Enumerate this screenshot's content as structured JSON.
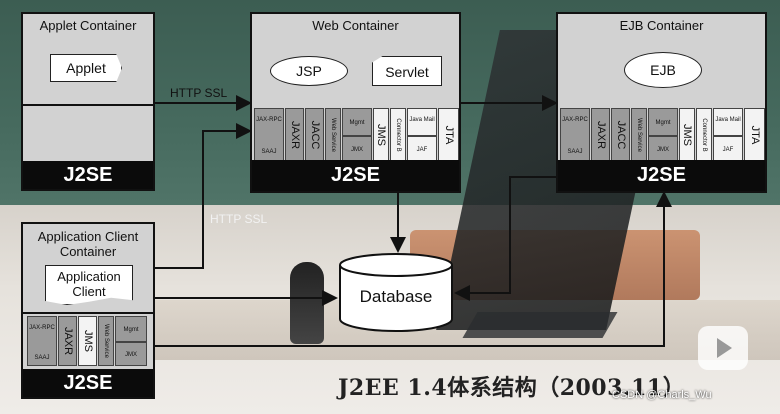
{
  "applet_container": {
    "title": "Applet Container",
    "component": "Applet",
    "platform": "J2SE"
  },
  "web_container": {
    "title": "Web Container",
    "components": [
      "JSP",
      "Servlet"
    ],
    "platform": "J2SE"
  },
  "ejb_container": {
    "title": "EJB Container",
    "component": "EJB",
    "platform": "J2SE"
  },
  "client_container": {
    "title_line1": "Application Client",
    "title_line2": "Container",
    "component_line1": "Application",
    "component_line2": "Client",
    "platform": "J2SE"
  },
  "services": {
    "jaxrpc": "JAX-RPC",
    "saaj": "SAAJ",
    "jaxr": "JAXR",
    "jacc": "JACC",
    "web_service": "Web Service",
    "mgmt": "Mgmt",
    "jmx": "JMX",
    "jms": "JMS",
    "connector": "Connector B",
    "java_mail": "Java Mail",
    "jaf": "JAF",
    "jta": "JTA"
  },
  "links": {
    "http_ssl_1": "HTTP SSL",
    "http_ssl_2": "HTTP SSL"
  },
  "database": "Database",
  "caption": "J2EE 1.4体系结构（2003.11）",
  "watermark": "CSDN @Charls_Wu"
}
